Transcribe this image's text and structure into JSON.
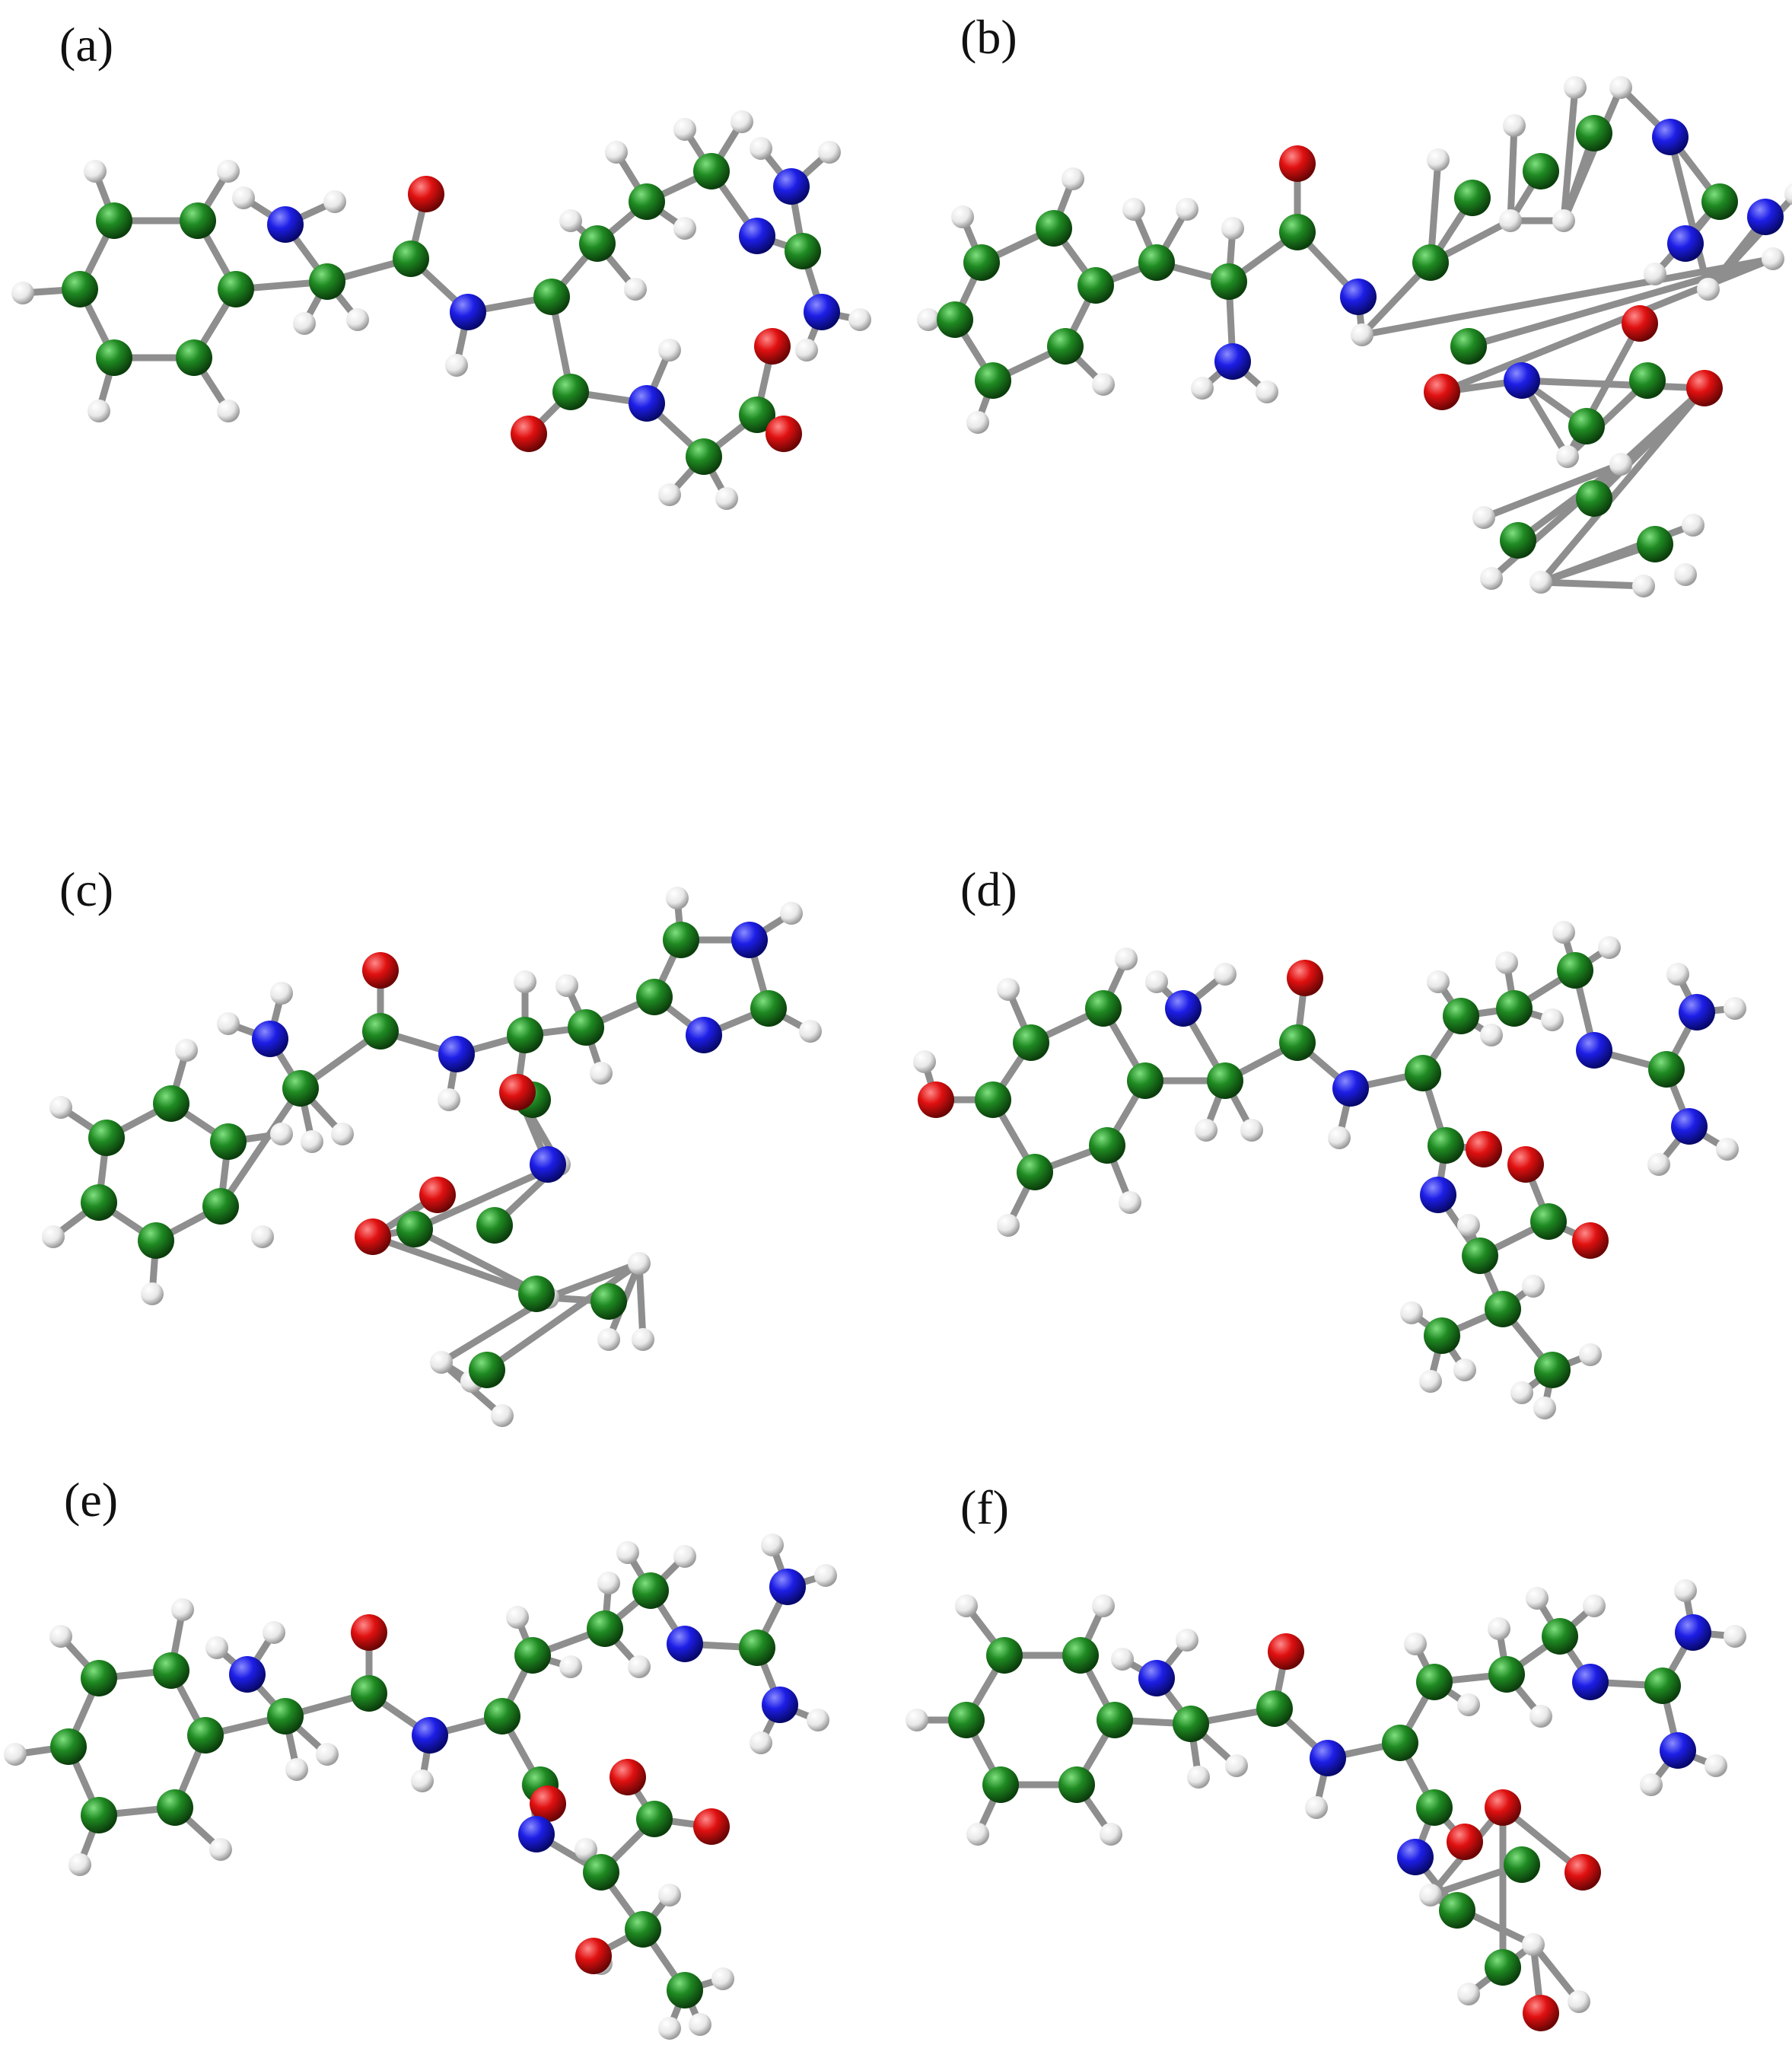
{
  "figure": {
    "panels": [
      {
        "label": "(a)",
        "name": "panel-a"
      },
      {
        "label": "(b)",
        "name": "panel-b"
      },
      {
        "label": "(c)",
        "name": "panel-c"
      },
      {
        "label": "(d)",
        "name": "panel-d"
      },
      {
        "label": "(e)",
        "name": "panel-e"
      },
      {
        "label": "(f)",
        "name": "panel-f"
      }
    ],
    "atom_labels": {
      "C": "carbon-atom",
      "N": "nitrogen-atom",
      "O": "oxygen-atom",
      "H": "hydrogen-atom"
    },
    "colors": {
      "C": "#1f8a22",
      "N": "#1d1ee6",
      "O": "#e01010",
      "H": "#f2f2f2",
      "bond": "#8e8e8e"
    }
  }
}
